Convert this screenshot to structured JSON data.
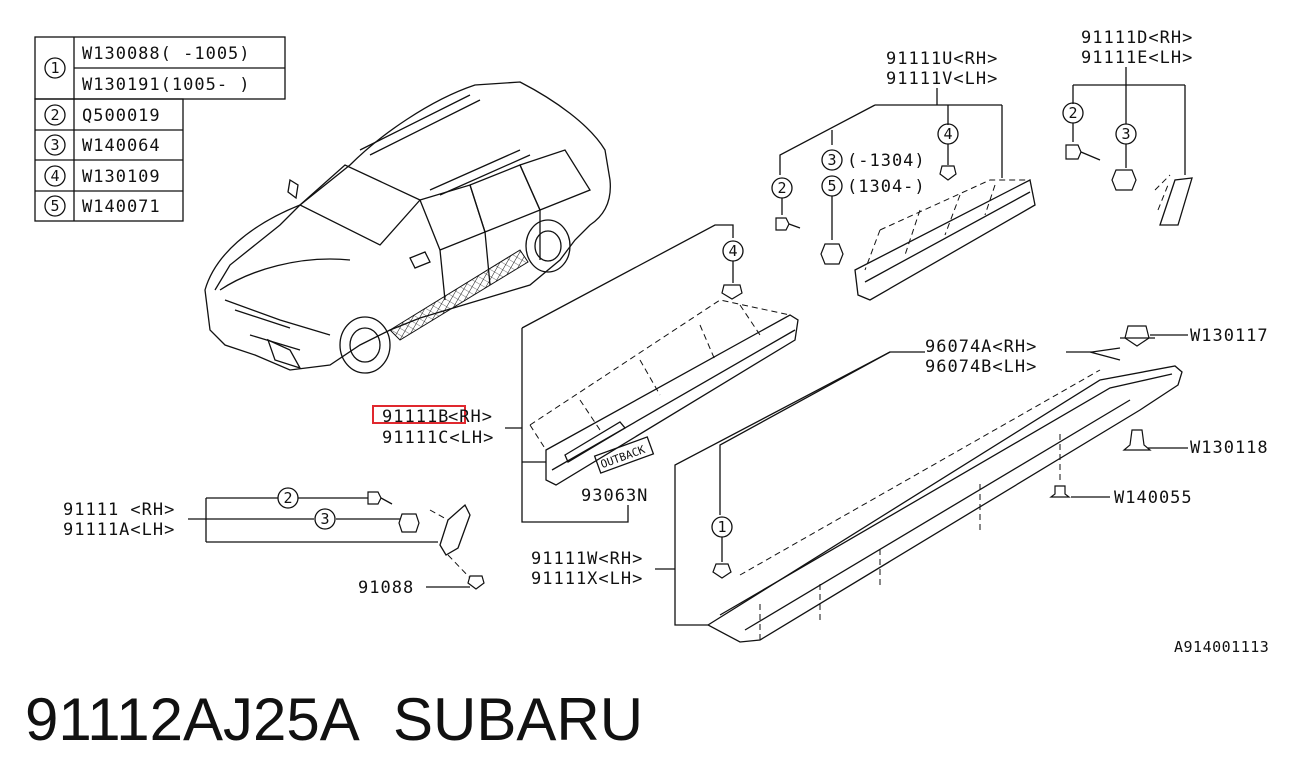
{
  "legend": [
    {
      "index": "1",
      "rows": [
        "W130088(  -1005)",
        "W130191(1005-  )"
      ]
    },
    {
      "index": "2",
      "rows": [
        "Q500019"
      ]
    },
    {
      "index": "3",
      "rows": [
        "W140064"
      ]
    },
    {
      "index": "4",
      "rows": [
        "W130109"
      ]
    },
    {
      "index": "5",
      "rows": [
        "W140071"
      ]
    }
  ],
  "callouts": {
    "c1": "1",
    "c2": "2",
    "c3": "3",
    "c4": "4",
    "c5": "5"
  },
  "parts": {
    "p91111U": "91111U<RH>",
    "p91111V": "91111V<LH>",
    "p91111D": "91111D<RH>",
    "p91111E": "91111E<LH>",
    "note3": "(-1304)",
    "note5": "(1304-)",
    "p96074A": "96074A<RH>",
    "p96074B": "96074B<LH>",
    "pW130117": "W130117",
    "pW130118": "W130118",
    "pW140055": "W140055",
    "p91111B_code": "91111B",
    "p91111B_side": "<RH>",
    "p91111C": "91111C<LH>",
    "p93063N": "93063N",
    "badge": "OUTBACK",
    "p91111": "91111 <RH>",
    "p91111A": "91111A<LH>",
    "p91088": "91088",
    "p91111W": "91111W<RH>",
    "p91111X": "91111X<LH>"
  },
  "drawing_code": "A914001113",
  "footer": {
    "part_number": "91112AJ25A",
    "brand": "SUBARU"
  },
  "highlight_color": "#e0282e"
}
